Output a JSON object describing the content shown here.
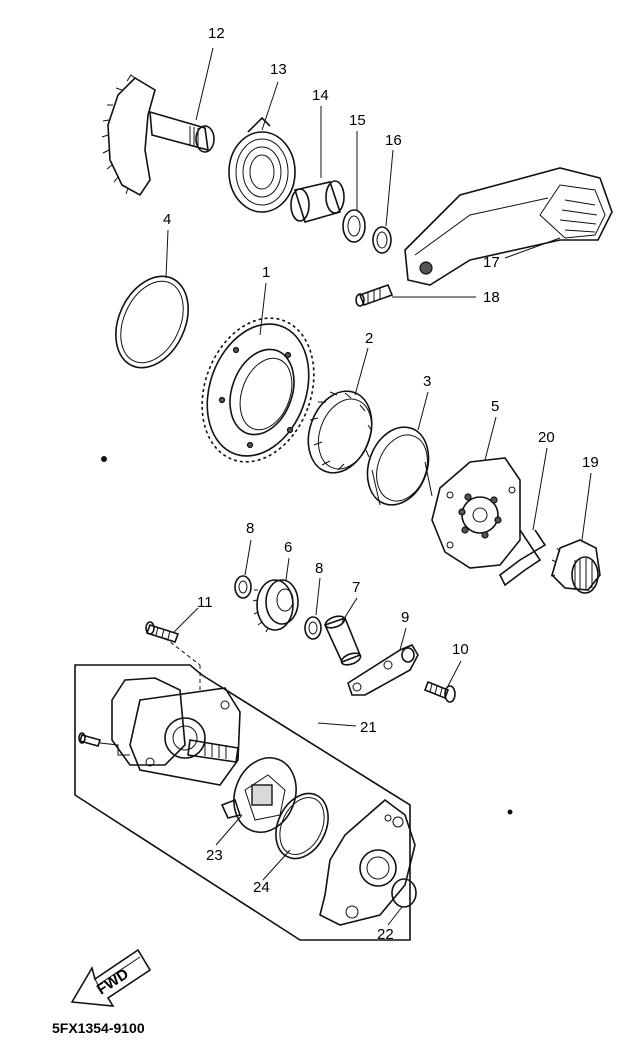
{
  "diagram": {
    "part_numbers": {
      "p1": "1",
      "p2": "2",
      "p3": "3",
      "p4": "4",
      "p5": "5",
      "p6": "6",
      "p7": "7",
      "p8a": "8",
      "p8b": "8",
      "p9": "9",
      "p10": "10",
      "p11": "11",
      "p12": "12",
      "p13": "13",
      "p14": "14",
      "p15": "15",
      "p16": "16",
      "p17": "17",
      "p18": "18",
      "p19": "19",
      "p20": "20",
      "p21": "21",
      "p22": "22",
      "p23": "23",
      "p24": "24"
    },
    "direction_label": "FWD",
    "drawing_code": "5FX1354-9100"
  }
}
